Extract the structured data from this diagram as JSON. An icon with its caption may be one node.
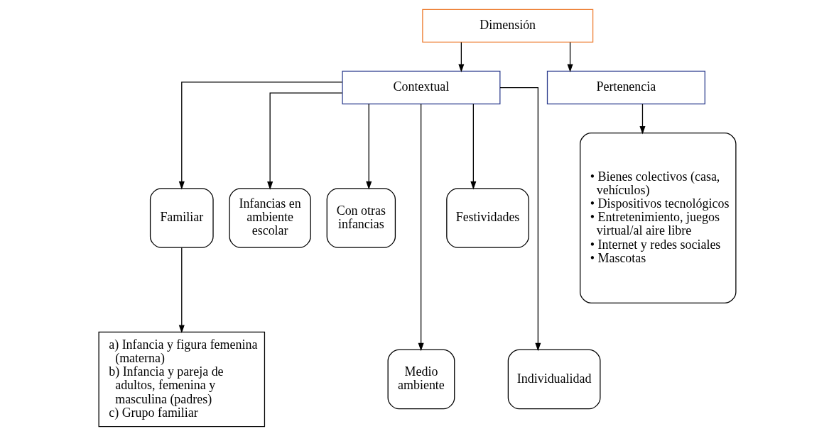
{
  "diagram": {
    "nodes": [
      {
        "text": [
          "Dimensión"
        ]
      },
      {
        "text": [
          "Contextual"
        ]
      },
      {
        "text": [
          "Pertenencia"
        ]
      },
      {
        "text": [
          "Familiar"
        ]
      },
      {
        "text": [
          "Infancias en ambiente escolar"
        ]
      },
      {
        "text": [
          "Con otras infancias"
        ]
      },
      {
        "text": [
          "Medio ambiente"
        ]
      },
      {
        "text": [
          "Festividades"
        ]
      },
      {
        "text": [
          "Individualidad"
        ]
      },
      {
        "text": [
          "a) Infancia y figura femenina (materna)",
          "b) Infancia y pareja de adultos, femenina y masculina (padres)",
          "c) Grupo familiar"
        ]
      },
      {
        "text": [
          "• Bienes colectivos (casa, vehículos)",
          "• Dispositivos tecnológicos",
          "• Entretenimiento, juegos virtual/al aire libre",
          "• Internet y redes sociales",
          "• Mascotas"
        ]
      }
    ],
    "edges": [
      {
        "from": 0,
        "to": 1,
        "arrow": "to"
      },
      {
        "from": 0,
        "to": 2,
        "arrow": "to"
      },
      {
        "from": 1,
        "to": 3,
        "arrow": "to"
      },
      {
        "from": 1,
        "to": 4,
        "arrow": "to"
      },
      {
        "from": 1,
        "to": 5,
        "arrow": "to"
      },
      {
        "from": 1,
        "to": 6,
        "arrow": "to"
      },
      {
        "from": 1,
        "to": 7,
        "arrow": "to"
      },
      {
        "from": 1,
        "to": 8,
        "arrow": "to"
      },
      {
        "from": 2,
        "to": 10,
        "arrow": "to"
      },
      {
        "from": 3,
        "to": 9,
        "arrow": "to"
      }
    ]
  }
}
